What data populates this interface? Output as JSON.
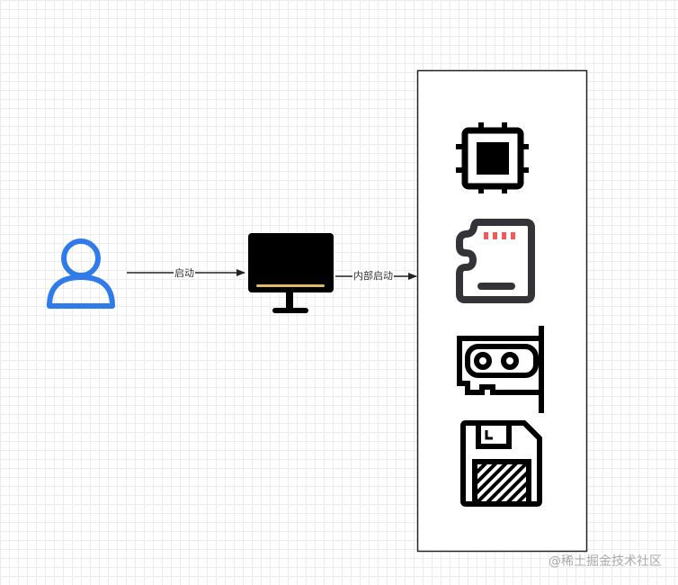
{
  "edges": [
    {
      "label": "启动"
    },
    {
      "label": "内部启动"
    }
  ],
  "nodes": {
    "user": {
      "icon": "user-icon",
      "color": "#2F7BEA"
    },
    "computer": {
      "icon": "monitor-icon",
      "accent": "#E3B964"
    },
    "hardware": [
      "cpu-icon",
      "sd-card-icon",
      "graphics-card-icon",
      "floppy-disk-icon"
    ],
    "sd_contacts_color": "#F05A5A"
  },
  "watermark": "@稀土掘金技术社区"
}
